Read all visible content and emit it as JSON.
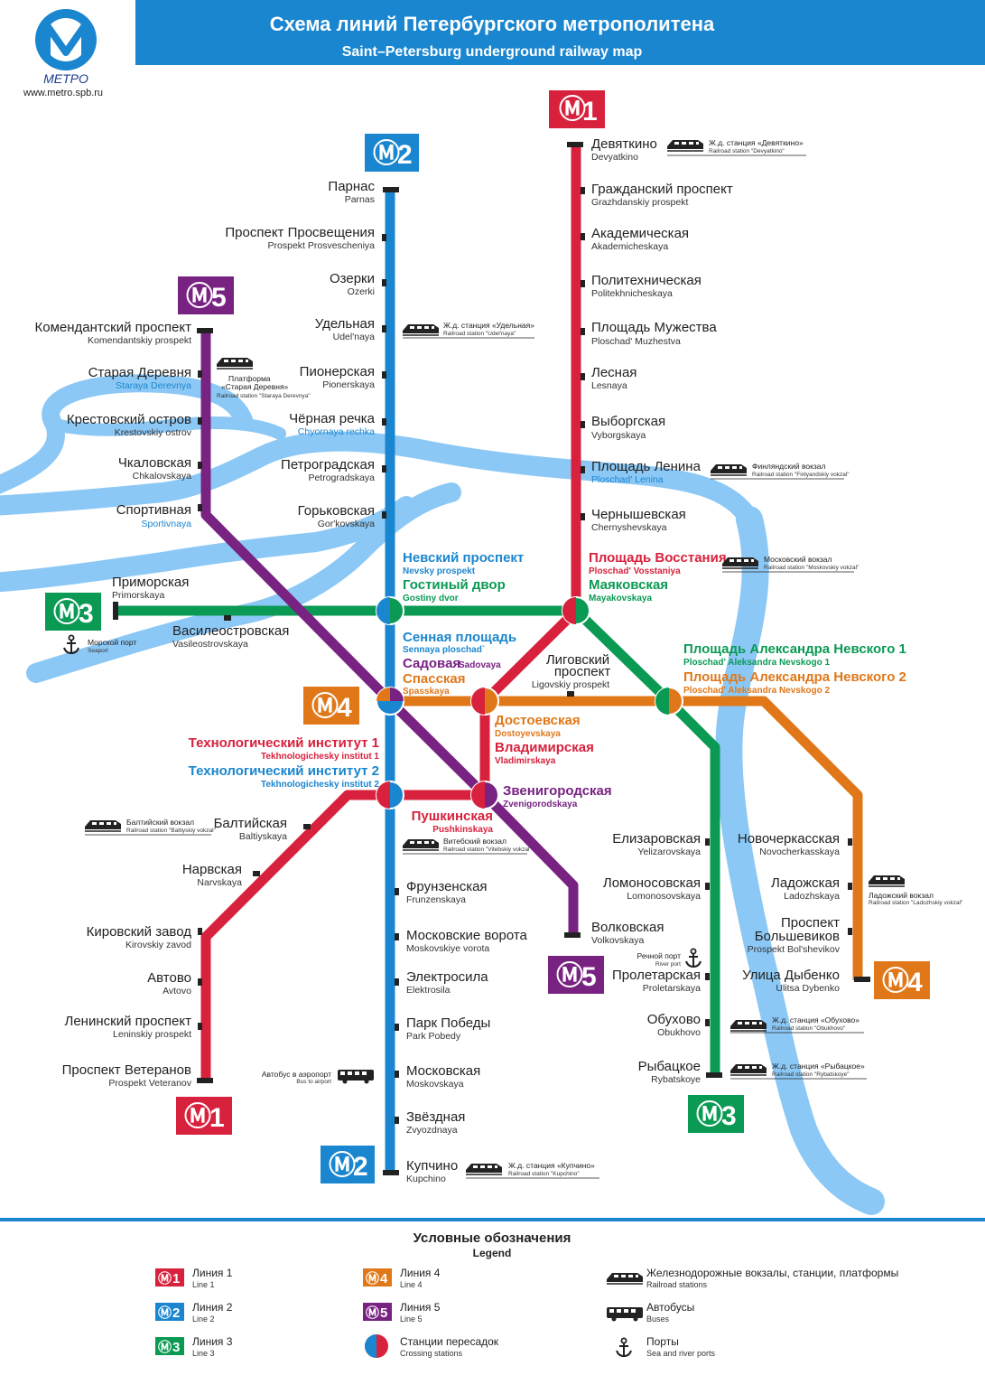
{
  "header": {
    "title_ru": "Схема линий Петербургского метрополитена",
    "title_en": "Saint–Petersburg underground railway map",
    "logo_text": "МЕТРО",
    "website": "www.metro.spb.ru"
  },
  "colors": {
    "line1": "#d8213c",
    "line2": "#1a86cf",
    "line3": "#0a9a54",
    "line4": "#e0781a",
    "line5": "#782282",
    "river": "#8cc8f5",
    "header": "#1a86cf"
  },
  "lines": {
    "l1": "1",
    "l2": "2",
    "l3": "3",
    "l4": "4",
    "l5": "5"
  },
  "stations": {
    "parnas": {
      "ru": "Парнас",
      "en": "Parnas"
    },
    "prosv": {
      "ru": "Проспект Просвещения",
      "en": "Prospekt Prosvescheniya"
    },
    "ozerki": {
      "ru": "Озерки",
      "en": "Ozerki"
    },
    "udelnaya": {
      "ru": "Удельная",
      "en": "Udel'naya"
    },
    "pionerskaya": {
      "ru": "Пионерская",
      "en": "Pionerskaya"
    },
    "chernaya": {
      "ru": "Чёрная речка",
      "en": "Chyornaya rechka"
    },
    "petrogr": {
      "ru": "Петроградская",
      "en": "Petrogradskaya"
    },
    "gorkov": {
      "ru": "Горьковская",
      "en": "Gor'kovskaya"
    },
    "nevsky": {
      "ru": "Невский проспект",
      "en": "Nevsky prospekt"
    },
    "gostiny": {
      "ru": "Гостиный двор",
      "en": "Gostiny dvor"
    },
    "sennaya": {
      "ru": "Сенная площадь",
      "en": "Sennaya ploschad`"
    },
    "sadovaya_ru": "Садовая",
    "sadovaya_en": "Sadovaya",
    "spasskaya": {
      "ru": "Спасская",
      "en": "Spasskaya"
    },
    "tech1": {
      "ru": "Технологический институт 1",
      "en": "Tekhnologichesky institut 1"
    },
    "tech2": {
      "ru": "Технологический институт 2",
      "en": "Tekhnologichesky institut 2"
    },
    "frunz": {
      "ru": "Фрунзенская",
      "en": "Frunzenskaya"
    },
    "mvorota": {
      "ru": "Московские ворота",
      "en": "Moskovskiye vorota"
    },
    "elektro": {
      "ru": "Электросила",
      "en": "Elektrosila"
    },
    "pobedy": {
      "ru": "Парк Победы",
      "en": "Park Pobedy"
    },
    "moskovskaya": {
      "ru": "Московская",
      "en": "Moskovskaya"
    },
    "zvezdnaya": {
      "ru": "Звёздная",
      "en": "Zvyozdnaya"
    },
    "kupchino": {
      "ru": "Купчино",
      "en": "Kupchino"
    },
    "devyatkino": {
      "ru": "Девяткино",
      "en": "Devyatkino"
    },
    "grazhd": {
      "ru": "Гражданский проспект",
      "en": "Grazhdanskiy prospekt"
    },
    "akadem": {
      "ru": "Академическая",
      "en": "Akademicheskaya"
    },
    "politekh": {
      "ru": "Политехническая",
      "en": "Politekhnicheskaya"
    },
    "muzhestva": {
      "ru": "Площадь Мужества",
      "en": "Ploschad' Muzhestva"
    },
    "lesnaya": {
      "ru": "Лесная",
      "en": "Lesnaya"
    },
    "vyborg": {
      "ru": "Выборгская",
      "en": "Vyborgskaya"
    },
    "lenina": {
      "ru": "Площадь Ленина",
      "en": "Ploschad' Lenina"
    },
    "chernysh": {
      "ru": "Чернышевская",
      "en": "Chernyshevskaya"
    },
    "vosstaniya": {
      "ru": "Площадь Восстания",
      "en": "Ploschad' Vosstaniya"
    },
    "mayak": {
      "ru": "Маяковская",
      "en": "Mayakovskaya"
    },
    "ligov_ru1": "Лиговский",
    "ligov_ru2": "проспект",
    "ligov_en": "Ligovskiy prospekt",
    "pan1": {
      "ru": "Площадь Александра Невского 1",
      "en": "Ploschad' Aleksandra Nevskogo 1"
    },
    "pan2": {
      "ru": "Площадь Александра Невского 2",
      "en": "Ploschad' Aleksandra Nevskogo 2"
    },
    "dostoev": {
      "ru": "Достоевская",
      "en": "Dostoyevskaya"
    },
    "vladim": {
      "ru": "Владимирская",
      "en": "Vladimirskaya"
    },
    "zvenig": {
      "ru": "Звенигородская",
      "en": "Zvenigorodskaya"
    },
    "pushk": {
      "ru": "Пушкинская",
      "en": "Pushkinskaya"
    },
    "komend": {
      "ru": "Комендантский проспект",
      "en": "Komendantskiy prospekt"
    },
    "staraya": {
      "ru": "Старая Деревня",
      "en": "Staraya Derevnya"
    },
    "krest": {
      "ru": "Крестовский остров",
      "en": "Krestovskiy ostrov"
    },
    "chkal": {
      "ru": "Чкаловская",
      "en": "Chkalovskaya"
    },
    "sport": {
      "ru": "Спортивная",
      "en": "Sportivnaya"
    },
    "volkov": {
      "ru": "Волковская",
      "en": "Volkovskaya"
    },
    "primor": {
      "ru": "Приморская",
      "en": "Primorskaya"
    },
    "vaso": {
      "ru": "Василеостровская",
      "en": "Vasileostrovskaya"
    },
    "elizar": {
      "ru": "Елизаровская",
      "en": "Yelizarovskaya"
    },
    "lomon": {
      "ru": "Ломоносовская",
      "en": "Lomonosovskaya"
    },
    "proletar": {
      "ru": "Пролетарская",
      "en": "Proletarskaya"
    },
    "obukh": {
      "ru": "Обухово",
      "en": "Obukhovo"
    },
    "rybats": {
      "ru": "Рыбацкое",
      "en": "Rybatskoye"
    },
    "novocherk": {
      "ru": "Новочеркасская",
      "en": "Novocherkasskaya"
    },
    "ladozh": {
      "ru": "Ладожская",
      "en": "Ladozhskaya"
    },
    "bolsh_ru1": "Проспект",
    "bolsh_ru2": "Большевиков",
    "bolsh_en": "Prospekt Bol'shevikov",
    "dybenko": {
      "ru": "Улица Дыбенко",
      "en": "Ulitsa Dybenko"
    },
    "baltiyskaya": {
      "ru": "Балтийская",
      "en": "Baltiyskaya"
    },
    "narvskaya": {
      "ru": "Нарвская",
      "en": "Narvskaya"
    },
    "kirov": {
      "ru": "Кировский завод",
      "en": "Kirovskiy zavod"
    },
    "avtovo": {
      "ru": "Автово",
      "en": "Avtovo"
    },
    "leninsky": {
      "ru": "Ленинский проспект",
      "en": "Leninskiy prospekt"
    },
    "veteranov": {
      "ru": "Проспект Ветеранов",
      "en": "Prospekt Veteranov"
    }
  },
  "notes": {
    "devyatkino_ru": "Ж.д. станция «Девяткино»",
    "devyatkino_en": "Railroad station \"Devyatkino\"",
    "udelnaya_ru": "Ж.д. станция «Удельная»",
    "udelnaya_en": "Railroad station \"Udel'naya\"",
    "staraya_ru1": "Платформа",
    "staraya_ru2": "«Старая Деревня»",
    "staraya_en": "Railroad station \"Staraya Derevnya\"",
    "finl_ru": "Финляндский вокзал",
    "finl_en": "Railroad station \"Finlyandskiy vokzal\"",
    "mosk_ru": "Московский вокзал",
    "mosk_en": "Railroad station \"Moskovskiy vokzal\"",
    "seaport_ru": "Морской порт",
    "seaport_en": "Seaport",
    "balt_ru": "Балтийский вокзал",
    "balt_en": "Railroad station \"Baltiyskiy vokzal\"",
    "vit_ru": "Витебский вокзал",
    "vit_en": "Railroad station \"Vitebskiy vokzal\"",
    "river_ru": "Речной порт",
    "river_en": "River port",
    "ladozh_ru": "Ладожский вокзал",
    "ladozh_en": "Railroad station \"Ladozhskiy vokzal\"",
    "obukh_ru": "Ж.д. станция «Обухово»",
    "obukh_en": "Railroad station \"Obukhovo\"",
    "rybats_ru": "Ж.д. станция «Рыбацкое»",
    "rybats_en": "Railroad station \"Rybatskoye\"",
    "bus_ru": "Автобус в аэропорт",
    "bus_en": "Bus to airport",
    "kupchino_ru": "Ж.д. станция «Купчино»",
    "kupchino_en": "Railroad station \"Kupchino\""
  },
  "legend": {
    "title_ru": "Условные обозначения",
    "title_en": "Legend",
    "l1_ru": "Линия 1",
    "l1_en": "Line 1",
    "l2_ru": "Линия 2",
    "l2_en": "Line 2",
    "l3_ru": "Линия 3",
    "l3_en": "Line 3",
    "l4_ru": "Линия 4",
    "l4_en": "Line 4",
    "l5_ru": "Линия 5",
    "l5_en": "Line 5",
    "cross_ru": "Станции пересадок",
    "cross_en": "Crossing stations",
    "rail_ru": "Железнодорожные вокзалы, станции, платформы",
    "rail_en": "Railroad stations",
    "bus_ru": "Автобусы",
    "bus_en": "Buses",
    "port_ru": "Порты",
    "port_en": "Sea and river ports"
  }
}
